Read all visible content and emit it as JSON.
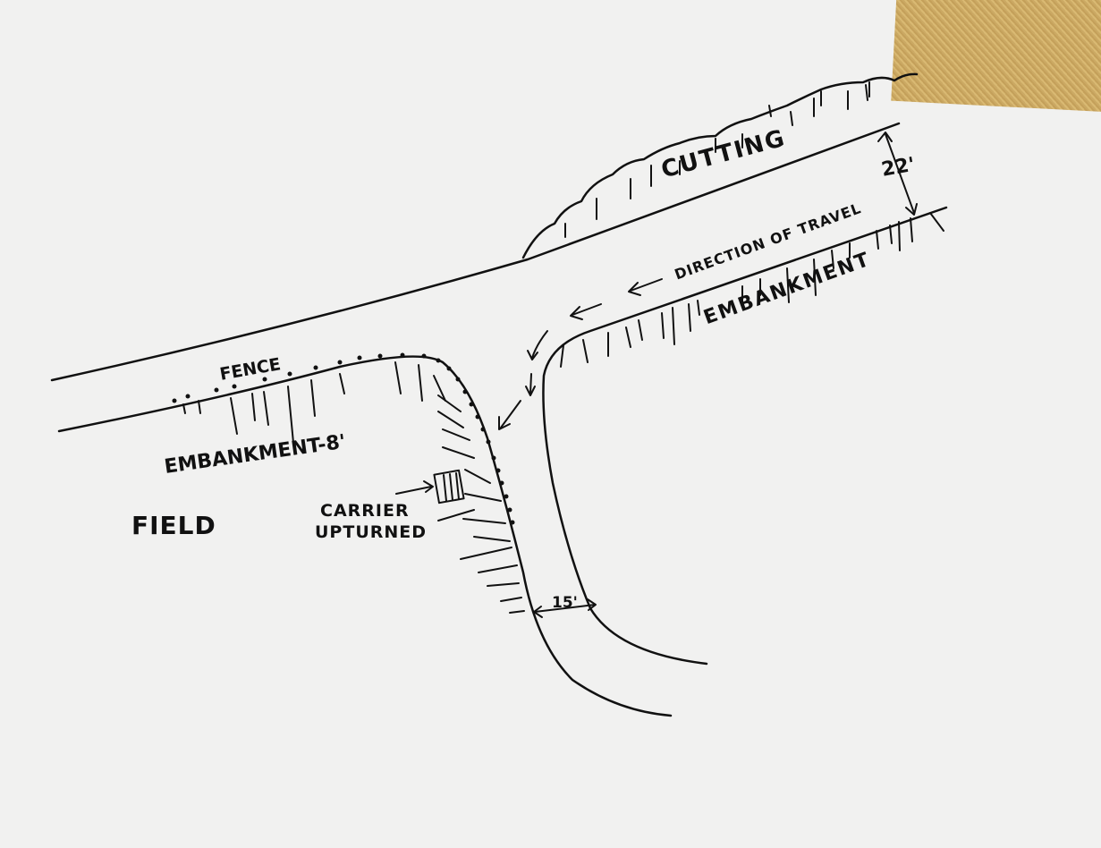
{
  "sketch": {
    "labels": {
      "cutting": "CUTTING",
      "width_top": "22'",
      "direction": "DIRECTION OF TRAVEL",
      "embankment_right": "EMBANKMENT",
      "fence": "FENCE",
      "embankment_left": "EMBANKMENT-8'",
      "field": "FIELD",
      "carrier_line1": "CARRIER",
      "carrier_line2": "UPTURNED",
      "width_bottom": "15'"
    },
    "colors": {
      "ink": "#111111",
      "paper": "#f1f1f0",
      "tape": "#c9a55c"
    }
  }
}
